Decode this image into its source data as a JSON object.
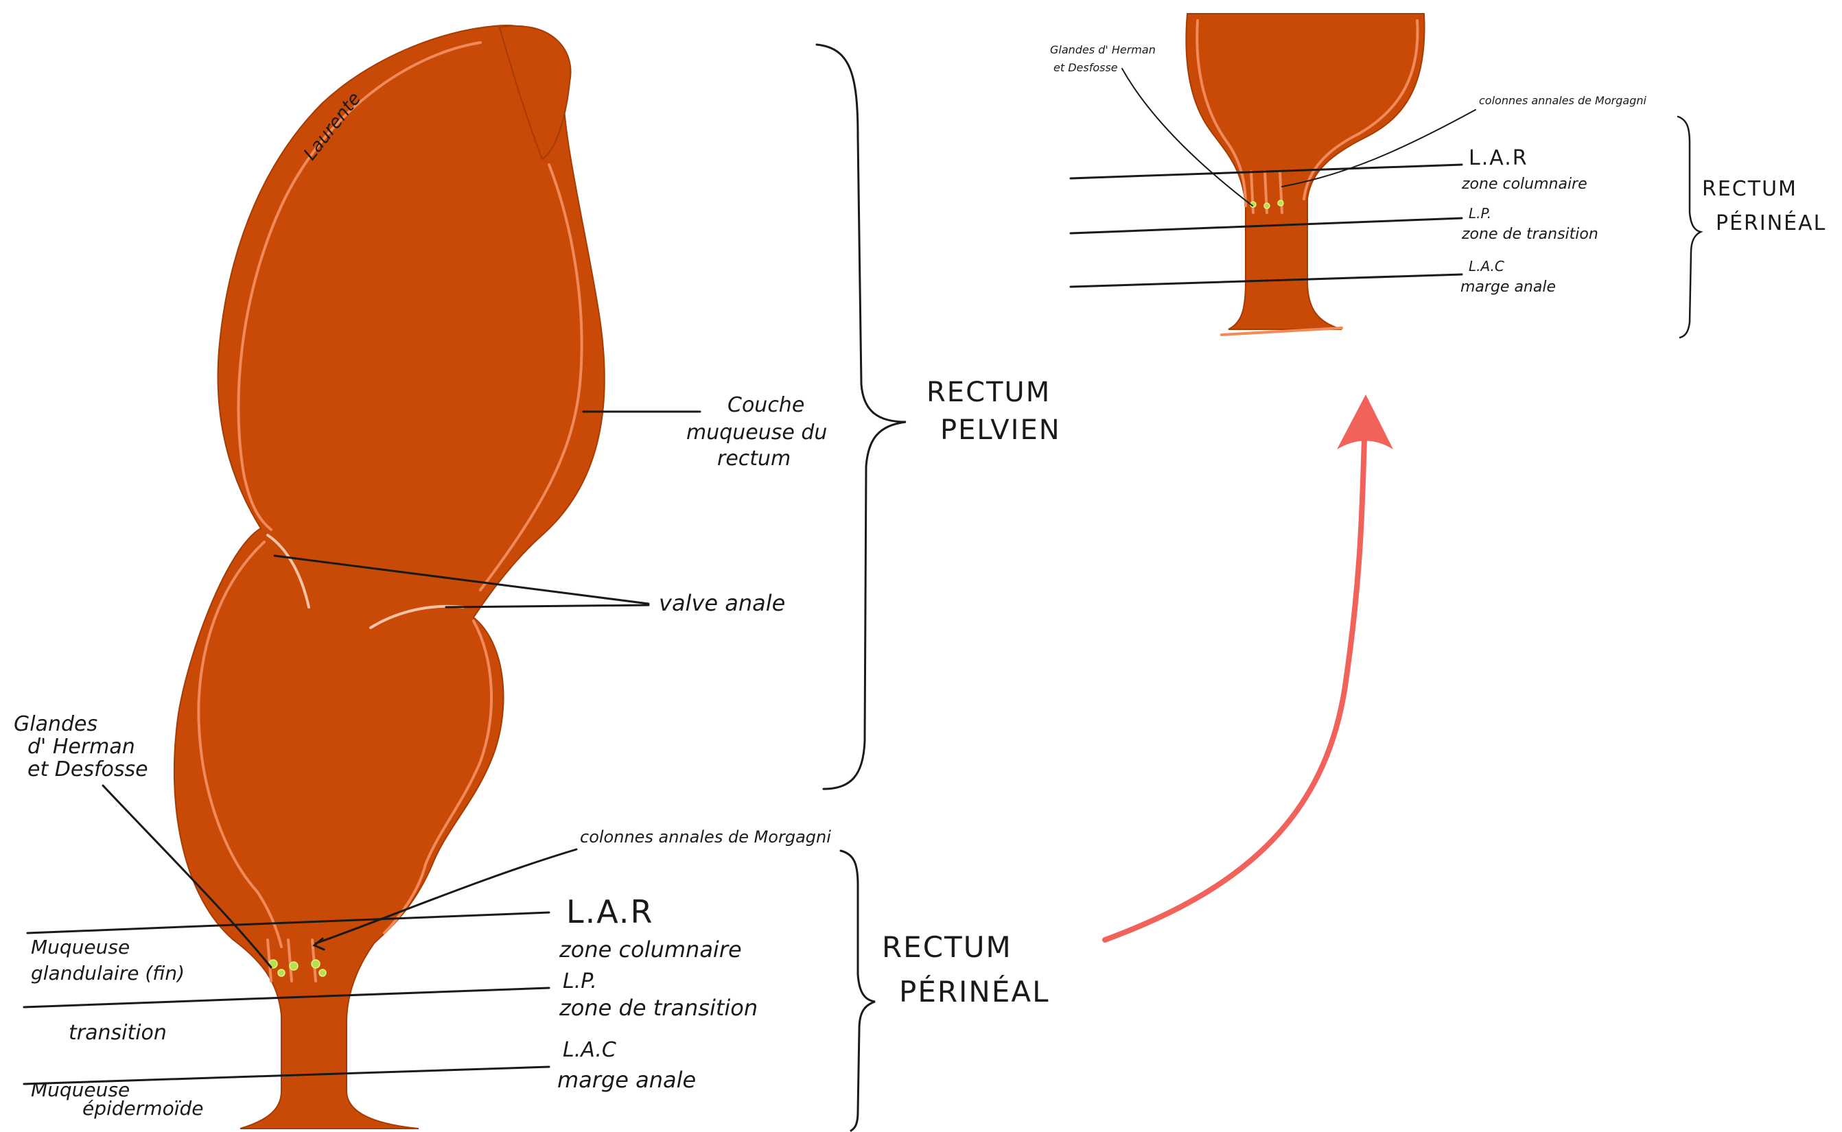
{
  "large": {
    "signature": "Laurente",
    "couche_label": [
      "Couche",
      "muqueuse du",
      "rectum"
    ],
    "valve_label": "valve anale",
    "rectum_pelvien": [
      "RECTUM",
      "PELVIEN"
    ],
    "glandes_label": [
      "Glandes",
      "d' Herman",
      "et Desfosse"
    ],
    "colonnes_label": "colonnes annales de Morgagni",
    "lar": "L.A.R",
    "zone_columnaire": "zone columnaire",
    "lp": "L.P.",
    "zone_transition": "zone de transition",
    "lac": "L.A.C",
    "marge_anale": "marge anale",
    "rectum_perineal": [
      "RECTUM",
      "PÉRINÉAL"
    ],
    "muqueuse_glandulaire": [
      "Muqueuse",
      "glandulaire (fin)"
    ],
    "transition": "transition",
    "muqueuse_epidermoide": [
      "Muqueuse",
      "épidermoïde"
    ]
  },
  "zoom": {
    "glandes_label": [
      "Glandes d' Herman",
      "et Desfosse"
    ],
    "colonnes_label": "colonnes annales de Morgagni",
    "lar": "L.A.R",
    "zone_columnaire": "zone columnaire",
    "lp": "L.P.",
    "zone_transition": "zone de transition",
    "lac": "L.A.C",
    "marge_anale": "marge anale",
    "rectum_perineal": [
      "RECTUM",
      "PÉRINÉAL"
    ]
  },
  "colors": {
    "organ": "#c84a06",
    "mucosa": "#f08a5a",
    "arrow": "#f0625a",
    "glands": "#b7e04a"
  }
}
